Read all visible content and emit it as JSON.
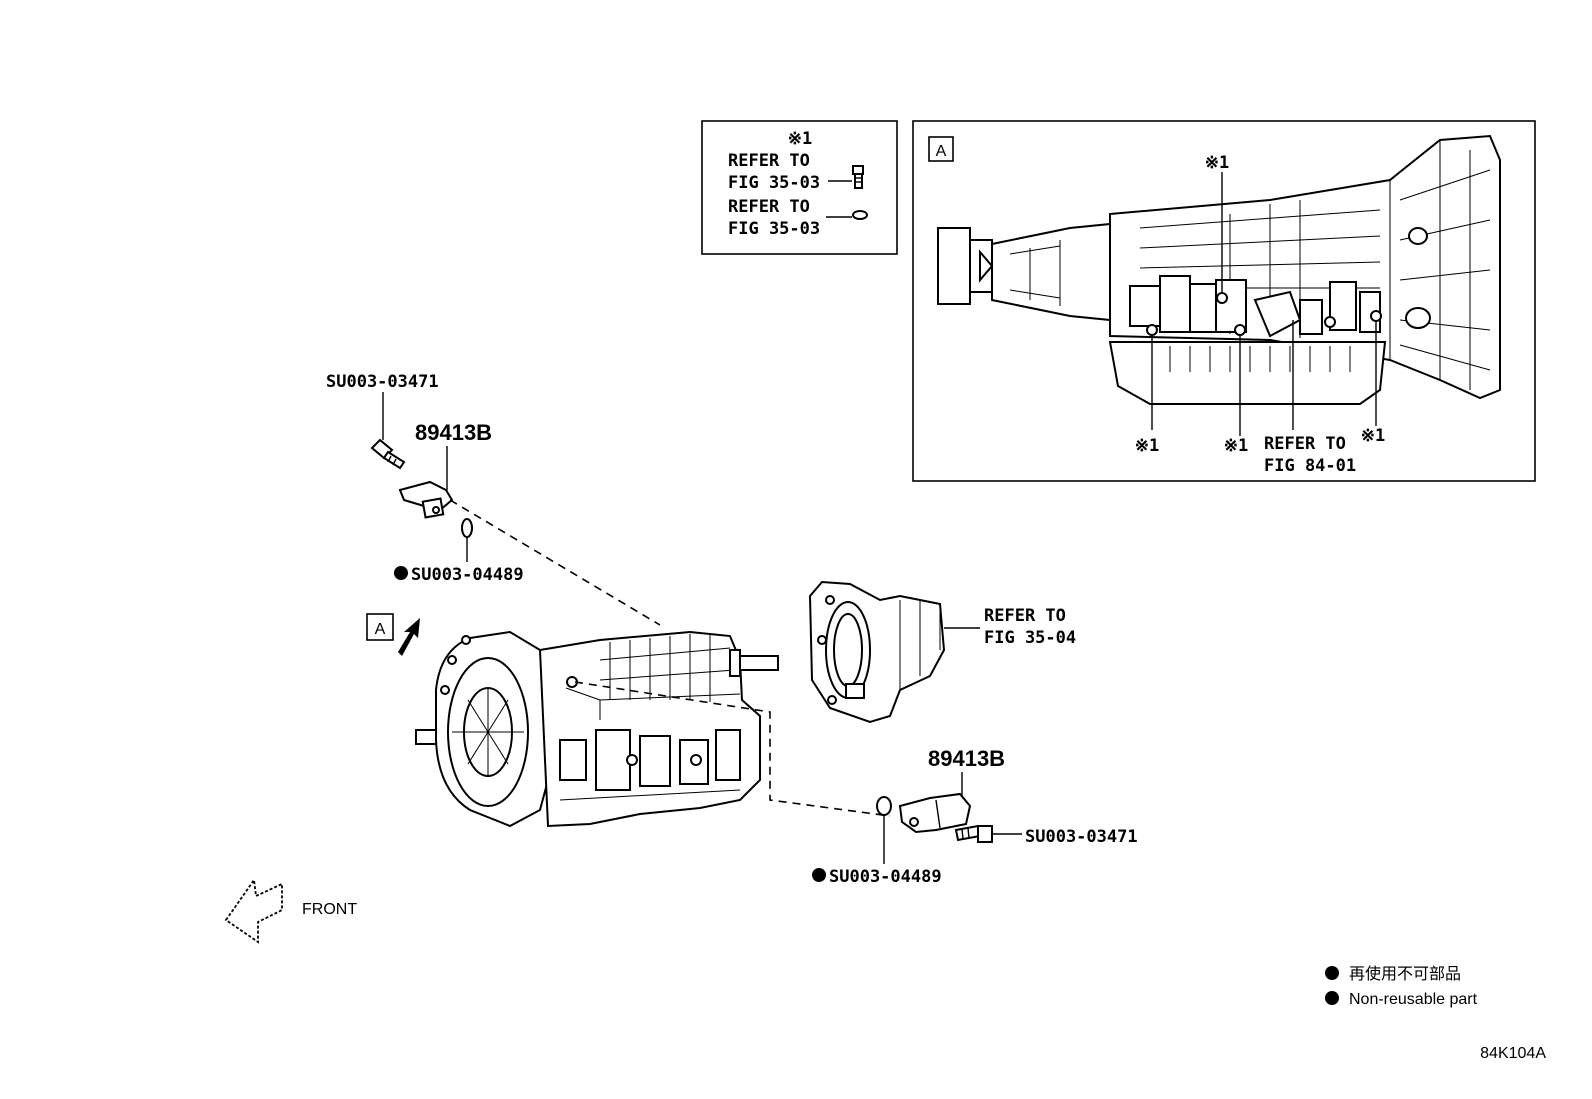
{
  "inset_legend": {
    "mark": "※1",
    "ref1_line1": "REFER TO",
    "ref1_line2": "FIG 35-03",
    "ref2_line1": "REFER TO",
    "ref2_line2": "FIG 35-03"
  },
  "inset_a": {
    "view_letter": "A",
    "mark_top": "※1",
    "mark_left": "※1",
    "mark_mid": "※1",
    "mark_right": "※1",
    "ref_line1": "REFER TO",
    "ref_line2": "FIG 84-01"
  },
  "main": {
    "view_letter": "A",
    "bolt_top": "SU003-03471",
    "sensor_top": "89413B",
    "oring_top": "SU003-04489",
    "housing_ref_line1": "REFER TO",
    "housing_ref_line2": "FIG 35-04",
    "sensor_bottom": "89413B",
    "bolt_bottom": "SU003-03471",
    "oring_bottom": "SU003-04489",
    "front_label": "FRONT"
  },
  "legend": {
    "jp": "再使用不可部品",
    "en": "Non-reusable part"
  },
  "diagram_code": "84K104A"
}
